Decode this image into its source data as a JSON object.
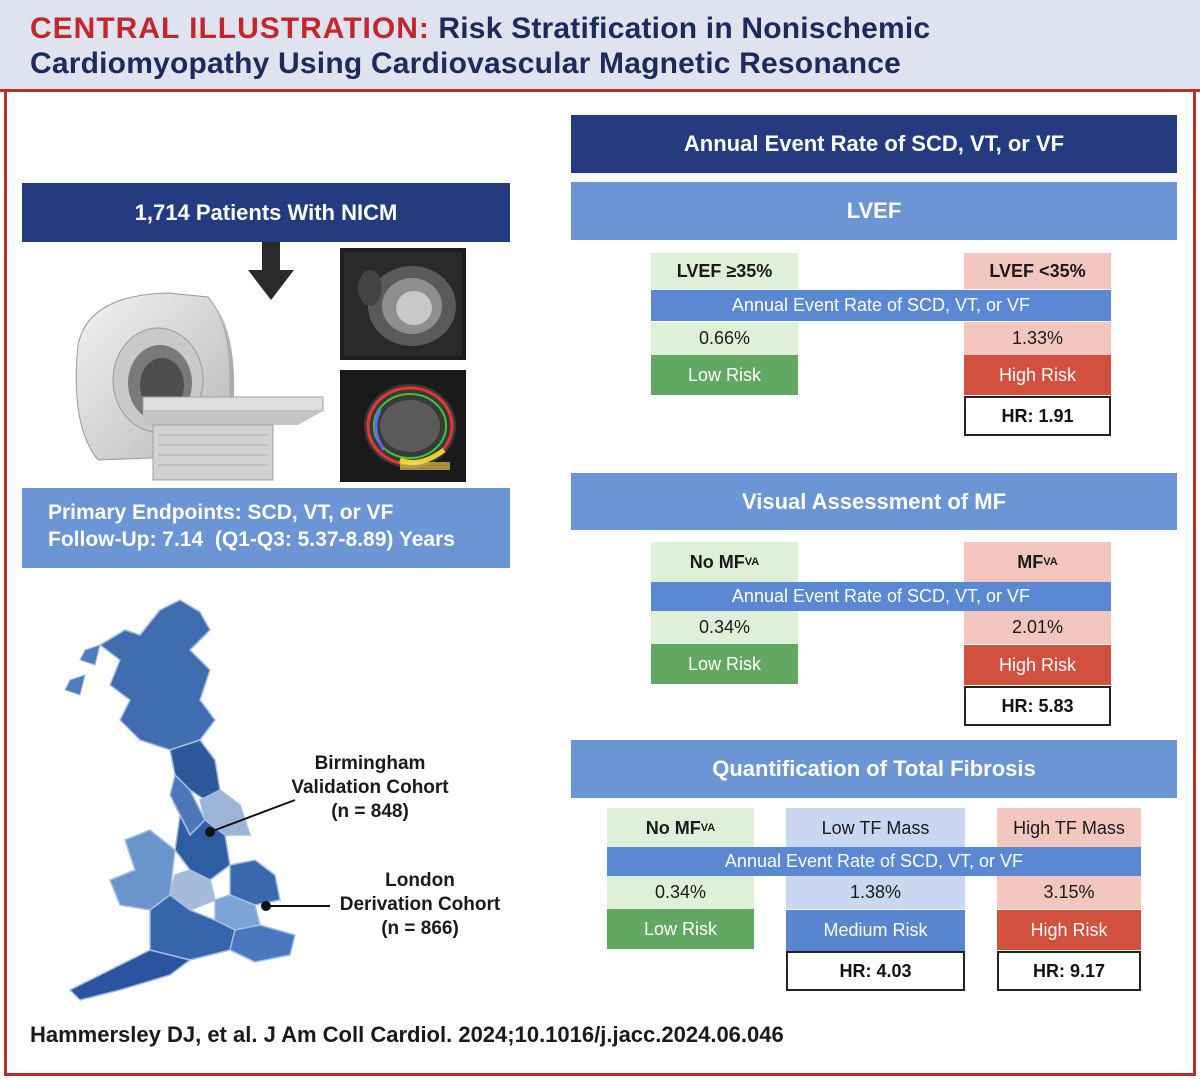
{
  "header": {
    "label": "CENTRAL ILLUSTRATION:",
    "title_line1": "Risk Stratification in Nonischemic",
    "title_line2": "Cardiomyopathy Using Cardiovascular Magnetic Resonance"
  },
  "left": {
    "patients": "1,714 Patients With NICM",
    "endpoints": "Primary Endpoints: SCD, VT, or VF",
    "followup": "Follow-Up: 7.14  (Q1-Q3: 5.37-8.89) Years",
    "birmingham": [
      "Birmingham",
      "Validation Cohort",
      "(n = 848)"
    ],
    "london": [
      "London",
      "Derivation Cohort",
      "(n = 866)"
    ]
  },
  "right": {
    "main_title": "Annual Event Rate of SCD, VT, or VF",
    "rate_strip": "Annual Event Rate of SCD, VT, or VF",
    "lvef": {
      "title": "LVEF",
      "left_label": "LVEF ≥35%",
      "right_label": "LVEF <35%",
      "left_rate": "0.66%",
      "right_rate": "1.33%",
      "left_risk": "Low Risk",
      "right_risk": "High Risk",
      "hr": "HR: 1.91"
    },
    "visual": {
      "title": "Visual Assessment of MF",
      "left_label_main": "No MF",
      "left_label_sub": "VA",
      "right_label_main": "MF",
      "right_label_sub": "VA",
      "left_rate": "0.34%",
      "right_rate": "2.01%",
      "left_risk": "Low Risk",
      "right_risk": "High Risk",
      "hr": "HR: 5.83"
    },
    "fibrosis": {
      "title": "Quantification of Total Fibrosis",
      "col1_label_main": "No MF",
      "col1_label_sub": "VA",
      "col2_label": "Low TF Mass",
      "col3_label": "High TF Mass",
      "col1_rate": "0.34%",
      "col2_rate": "1.38%",
      "col3_rate": "3.15%",
      "col1_risk": "Low Risk",
      "col2_risk": "Medium Risk",
      "col3_risk": "High Risk",
      "col2_hr": "HR: 4.03",
      "col3_hr": "HR: 9.17"
    }
  },
  "citation": "Hammersley DJ, et al. J Am Coll Cardiol. 2024;10.1016/j.jacc.2024.06.046",
  "colors": {
    "navy": "#243b80",
    "blue": "#6b95d4",
    "red": "#c4262e",
    "low_risk": "#62a862",
    "high_risk": "#d2503e",
    "medium_risk": "#5a85cf"
  }
}
